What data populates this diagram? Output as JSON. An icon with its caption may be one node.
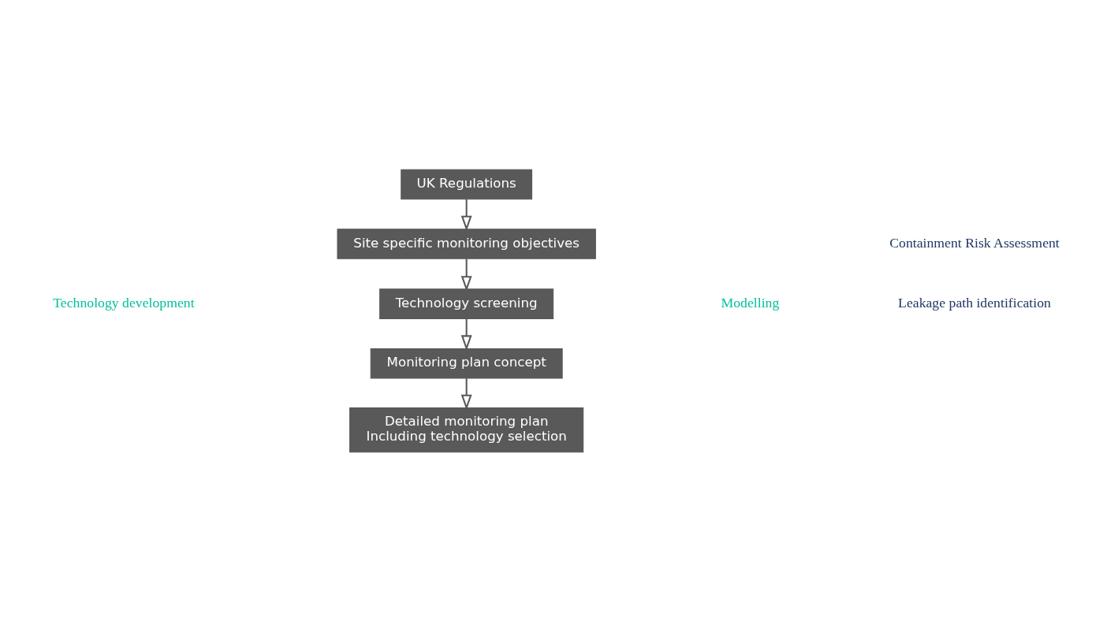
{
  "diagram": {
    "nodes": [
      {
        "text": [
          "UK Regulations"
        ]
      },
      {
        "text": [
          "Site specific monitoring objectives"
        ]
      },
      {
        "text": [
          "Technology screening"
        ]
      },
      {
        "text": [
          "Monitoring plan concept"
        ]
      },
      {
        "text": [
          "Detailed monitoring plan Including technology selection"
        ]
      }
    ],
    "edges": [
      {
        "from": 0,
        "to": 1,
        "arrow": "to"
      },
      {
        "from": 1,
        "to": 2,
        "arrow": "to"
      },
      {
        "from": 2,
        "to": 3,
        "arrow": "to"
      },
      {
        "from": 3,
        "to": 4,
        "arrow": "to"
      }
    ],
    "labels": [
      "Containment Risk Assessment",
      "Leakage path identification",
      "Technology development",
      "Modelling"
    ]
  }
}
